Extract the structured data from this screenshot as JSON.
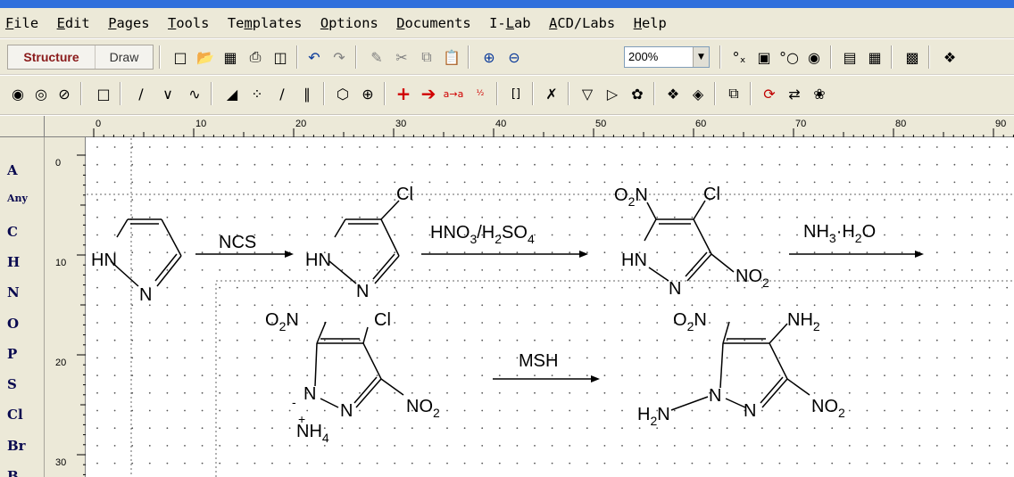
{
  "menu": [
    {
      "label": "File",
      "key": "F"
    },
    {
      "label": "Edit",
      "key": "E"
    },
    {
      "label": "Pages",
      "key": "P"
    },
    {
      "label": "Tools",
      "key": "T"
    },
    {
      "label": "Templates",
      "key": "m"
    },
    {
      "label": "Options",
      "key": "O"
    },
    {
      "label": "Documents",
      "key": "D"
    },
    {
      "label": "I-Lab",
      "key": "L"
    },
    {
      "label": "ACD/Labs",
      "key": "A"
    },
    {
      "label": "Help",
      "key": "H"
    }
  ],
  "toolbar": {
    "tab_structure": "Structure",
    "tab_draw": "Draw",
    "zoom_value": "200%"
  },
  "ruler": {
    "unit": "mm",
    "h_ticks": [
      "0",
      "10",
      "20",
      "30",
      "40",
      "50",
      "60",
      "70",
      "80",
      "90"
    ],
    "v_ticks": [
      "0",
      "10",
      "20",
      "30"
    ]
  },
  "element_palette": [
    "A",
    "Any",
    "C",
    "H",
    "N",
    "O",
    "P",
    "S",
    "Cl",
    "Br",
    "B"
  ],
  "reaction": {
    "reagent_1": "NCS",
    "reagent_2_parts": [
      "HNO",
      "3",
      "/H",
      "2",
      "SO",
      "4"
    ],
    "reagent_3_parts": [
      "NH",
      "3",
      "·H",
      "2",
      "O"
    ],
    "reagent_4": "MSH"
  },
  "colors": {
    "chrome": "#ece9d8",
    "accent": "#2f6fdc",
    "structure_tab": "#8a1a1a"
  }
}
